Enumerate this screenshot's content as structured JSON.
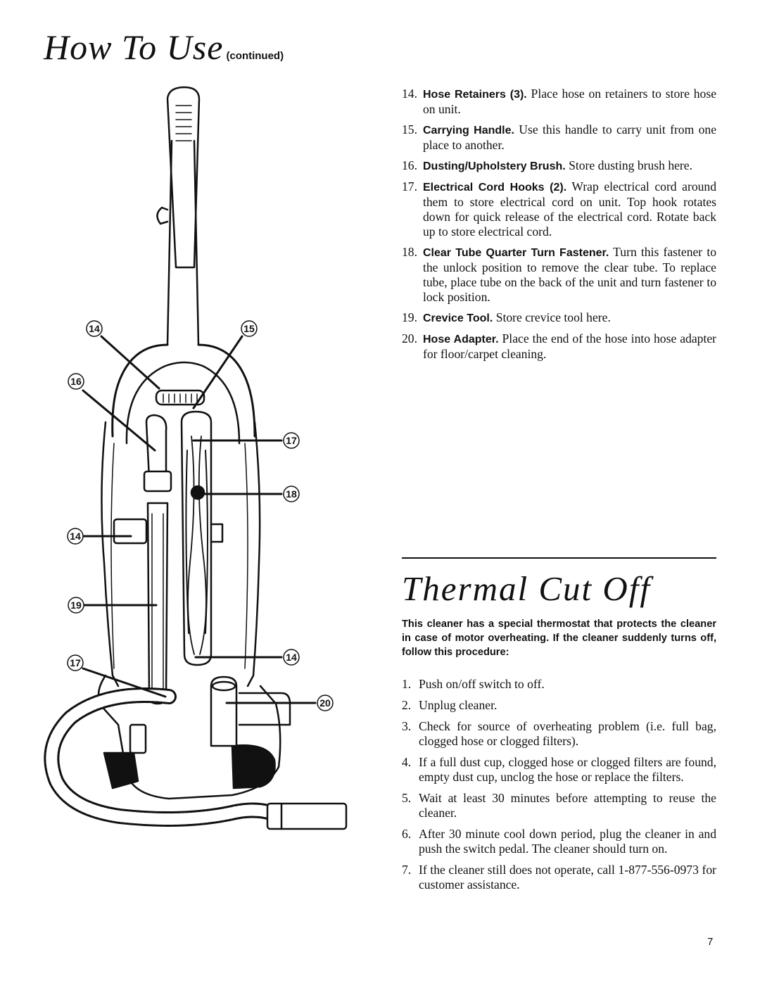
{
  "header": {
    "title": "How To Use",
    "title_suffix": "(continued)"
  },
  "figure": {
    "callouts": [
      "14",
      "15",
      "16",
      "17",
      "18",
      "14",
      "19",
      "14",
      "17",
      "20"
    ]
  },
  "items": [
    {
      "num": "14.",
      "term": "Hose Retainers (3).",
      "text": " Place hose on retainers to store hose on unit."
    },
    {
      "num": "15.",
      "term": "Carrying Handle.",
      "text": " Use this handle to carry unit from one place to another."
    },
    {
      "num": "16.",
      "term": "Dusting/Upholstery Brush.",
      "text": " Store dusting brush here."
    },
    {
      "num": "17.",
      "term": "Electrical Cord Hooks (2).",
      "text": " Wrap electrical cord around them to store electrical cord on unit. Top hook rotates down for quick release of the electrical cord. Rotate back up to store electrical cord."
    },
    {
      "num": "18.",
      "term": "Clear Tube Quarter Turn Fastener.",
      "text": " Turn this fastener to the unlock position to remove the clear tube. To replace tube, place tube on the back of the unit and turn fastener to lock position."
    },
    {
      "num": "19.",
      "term": "Crevice Tool.",
      "text": " Store crevice tool here."
    },
    {
      "num": "20.",
      "term": "Hose Adapter.",
      "text": " Place the end of the hose into hose adapter for floor/carpet cleaning."
    }
  ],
  "thermal": {
    "title": "Thermal Cut Off",
    "intro": "This cleaner has a special thermostat that protects the cleaner in case of motor overheating. If the cleaner suddenly turns off, follow this procedure:",
    "steps": [
      {
        "num": "1.",
        "text": "Push on/off switch to off."
      },
      {
        "num": "2.",
        "text": "Unplug cleaner."
      },
      {
        "num": "3.",
        "text": "Check for source of overheating problem (i.e. full bag, clogged hose or clogged filters)."
      },
      {
        "num": "4.",
        "text": "If a full dust cup, clogged hose or clogged filters are found, empty dust cup, unclog the hose or replace the filters."
      },
      {
        "num": "5.",
        "text": "Wait at least 30 minutes before attempting to reuse the cleaner."
      },
      {
        "num": "6.",
        "text": "After 30 minute cool down period, plug the cleaner in and push the switch pedal. The cleaner should turn on."
      },
      {
        "num": "7.",
        "text": "If the cleaner still does not operate, call 1-877-556-0973 for customer assistance."
      }
    ]
  },
  "footer": {
    "page_number": "7"
  }
}
